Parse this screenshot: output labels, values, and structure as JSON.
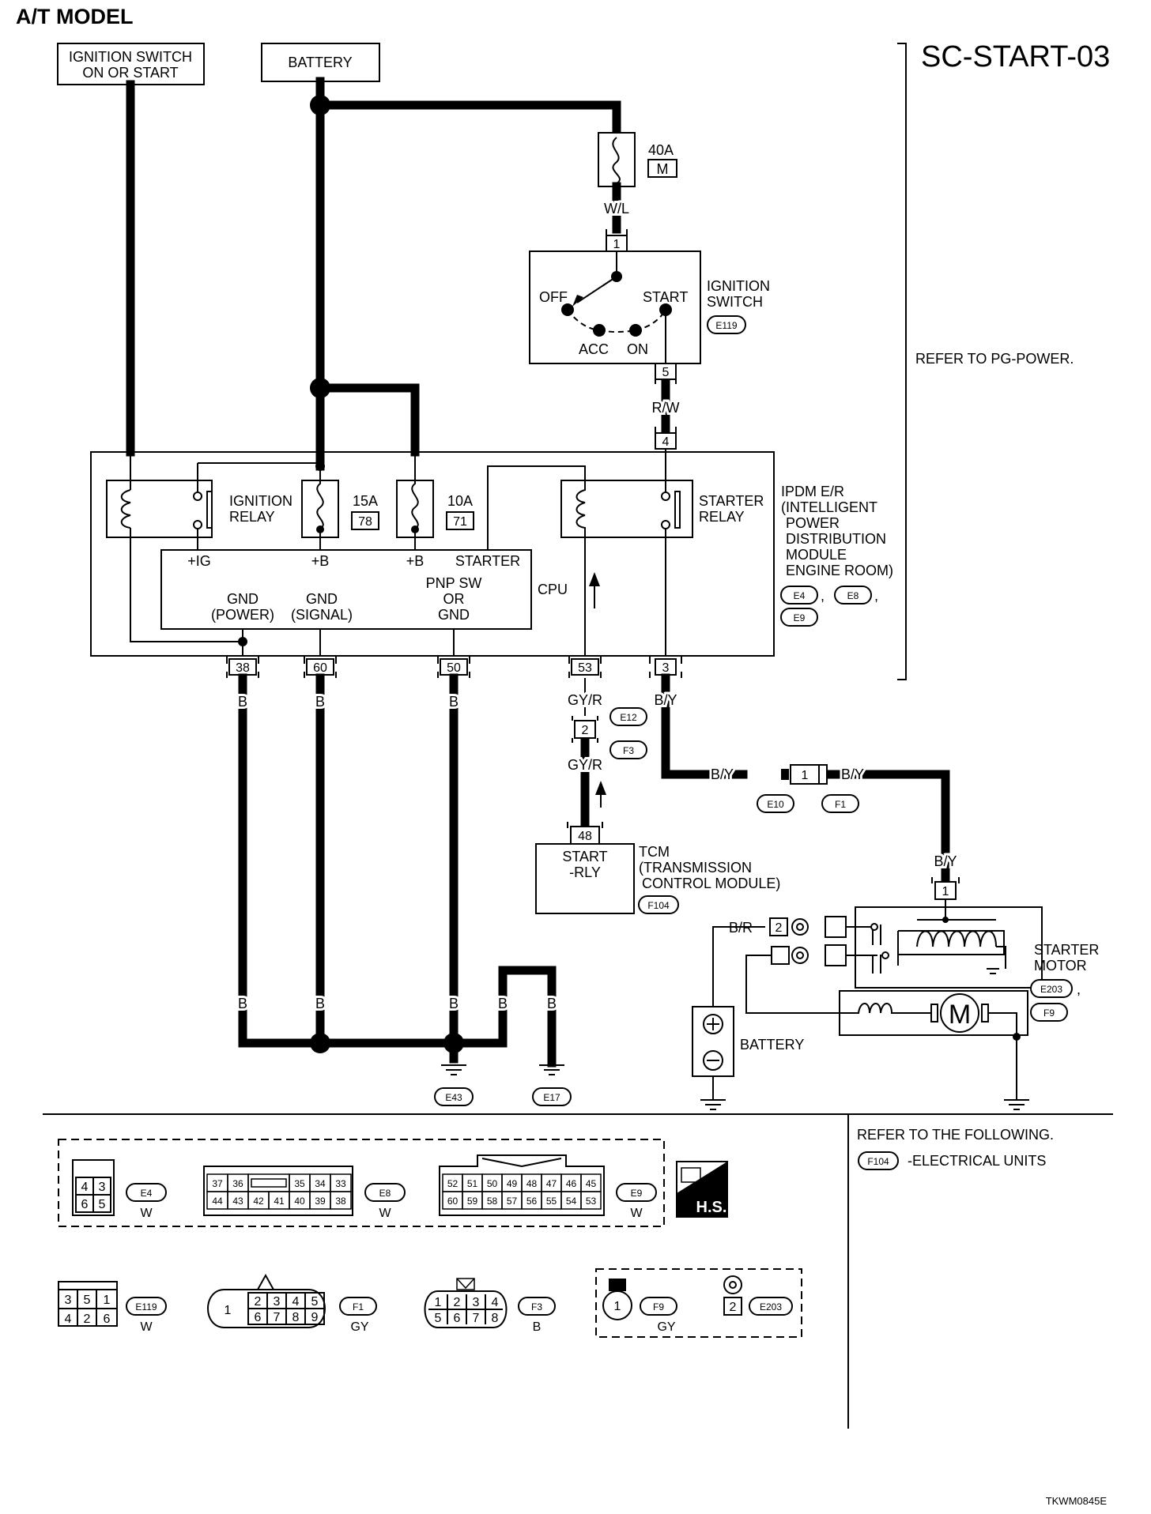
{
  "page": {
    "heading": "A/T MODEL",
    "diagram_code": "SC-START-03",
    "refer_pg": "REFER TO PG-POWER.",
    "footer_code": "TKWM0845E",
    "refer_following": "REFER TO THE FOLLOWING.",
    "refer_connector": "F104",
    "refer_item": "-ELECTRICAL UNITS"
  },
  "sources": {
    "ignition_line1": "IGNITION SWITCH",
    "ignition_line2": "ON OR START",
    "battery": "BATTERY"
  },
  "fuse_main": {
    "rating": "40A",
    "tag": "M"
  },
  "ignition_switch": {
    "label_line1": "IGNITION",
    "label_line2": "SWITCH",
    "connector": "E119",
    "pin_in": "1",
    "pin_out": "5",
    "pos_off": "OFF",
    "pos_start": "START",
    "pos_acc": "ACC",
    "pos_on": "ON"
  },
  "wires": {
    "wl": "W/L",
    "rw": "R/W",
    "b": "B",
    "gyr": "GY/R",
    "by": "B/Y",
    "br": "B/R"
  },
  "ipdm": {
    "label": [
      "IPDM E/R",
      "(INTELLIGENT",
      "POWER",
      "DISTRIBUTION",
      "MODULE",
      "ENGINE ROOM)"
    ],
    "connectors": [
      "E4",
      "E8",
      "E9"
    ],
    "pin_in": "4",
    "ignition_relay_line1": "IGNITION",
    "ignition_relay_line2": "RELAY",
    "fuse1_rating": "15A",
    "fuse1_no": "78",
    "fuse2_rating": "10A",
    "fuse2_no": "71",
    "starter_relay_line1": "STARTER",
    "starter_relay_line2": "RELAY",
    "cpu": "CPU",
    "term_ig": "+IG",
    "term_b1": "+B",
    "term_b2": "+B",
    "term_starter": "STARTER",
    "gnd_power_1": "GND",
    "gnd_power_2": "(POWER)",
    "gnd_signal_1": "GND",
    "gnd_signal_2": "(SIGNAL)",
    "pnp_1": "PNP SW",
    "pnp_2": "OR",
    "pnp_3": "GND",
    "pins": [
      "38",
      "60",
      "50",
      "53",
      "3"
    ]
  },
  "joint_connector": {
    "pin": "2",
    "conn_top": "E12",
    "conn_bottom": "F3"
  },
  "tcm": {
    "pin": "48",
    "inner_1": "START",
    "inner_2": "-RLY",
    "label": [
      "TCM",
      "(TRANSMISSION",
      "CONTROL MODULE)"
    ],
    "connector": "F104"
  },
  "inline_connector": {
    "pin": "1",
    "conn_left": "E10",
    "conn_right": "F1"
  },
  "starter_motor": {
    "label_line1": "STARTER",
    "label_line2": "MOTOR",
    "conn_1": "E203",
    "conn_sep": ",",
    "conn_2": "F9",
    "pin_top": "1",
    "pin_br": "2",
    "motor_symbol": "M"
  },
  "battery_symbol": {
    "label": "BATTERY",
    "plus": "+",
    "minus": "-"
  },
  "grounds": [
    "E43",
    "E17"
  ],
  "connector_faces": {
    "e4": {
      "id": "E4",
      "color": "W",
      "rows": [
        [
          "4",
          "3"
        ],
        [
          "6",
          "5"
        ]
      ]
    },
    "e8": {
      "id": "E8",
      "color": "W",
      "rows": [
        [
          "37",
          "36",
          "",
          "35",
          "34",
          "33"
        ],
        [
          "44",
          "43",
          "42",
          "41",
          "40",
          "39",
          "38"
        ]
      ]
    },
    "e9": {
      "id": "E9",
      "color": "W",
      "rows": [
        [
          "52",
          "51",
          "50",
          "49",
          "48",
          "47",
          "46",
          "45"
        ],
        [
          "60",
          "59",
          "58",
          "57",
          "56",
          "55",
          "54",
          "53"
        ]
      ]
    },
    "hs": "H.S.",
    "e119": {
      "id": "E119",
      "color": "W",
      "rows": [
        [
          "3",
          "5",
          "1"
        ],
        [
          "4",
          "2",
          "6"
        ]
      ]
    },
    "f1": {
      "id": "F1",
      "color": "GY",
      "big": "1",
      "rows": [
        [
          "2",
          "3",
          "4",
          "5"
        ],
        [
          "6",
          "7",
          "8",
          "9"
        ]
      ]
    },
    "f3": {
      "id": "F3",
      "color": "B",
      "rows": [
        [
          "1",
          "2",
          "3",
          "4"
        ],
        [
          "5",
          "6",
          "7",
          "8"
        ]
      ]
    },
    "f9": {
      "id": "F9",
      "color": "GY",
      "pin": "1"
    },
    "e203": {
      "id": "E203",
      "pin": "2"
    }
  }
}
